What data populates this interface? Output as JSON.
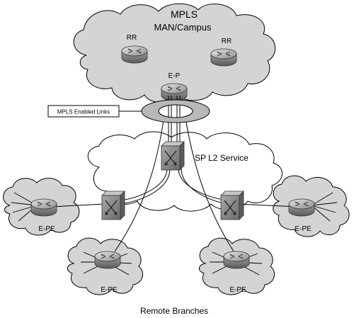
{
  "top_cloud": {
    "title_line1": "MPLS",
    "title_line2": "MAN/Campus",
    "rr_left_label": "RR",
    "rr_right_label": "RR",
    "ep_label": "E-P"
  },
  "callout": {
    "text": "MPLS Enabled Links"
  },
  "sp_cloud": {
    "label": "SP L2 Service"
  },
  "branches": {
    "left_label": "E-PE",
    "right_label": "E-PE",
    "bottom_left_label": "E-PE",
    "bottom_right_label": "E-PE",
    "caption": "Remote Branches"
  },
  "colors": {
    "cloud_fill": "#d4d4d4",
    "cloud_stroke": "#000000",
    "sp_cloud_fill": "#ffffff",
    "router_fill": "#9a9a9a",
    "switch_fill": "#8a8a8a"
  }
}
